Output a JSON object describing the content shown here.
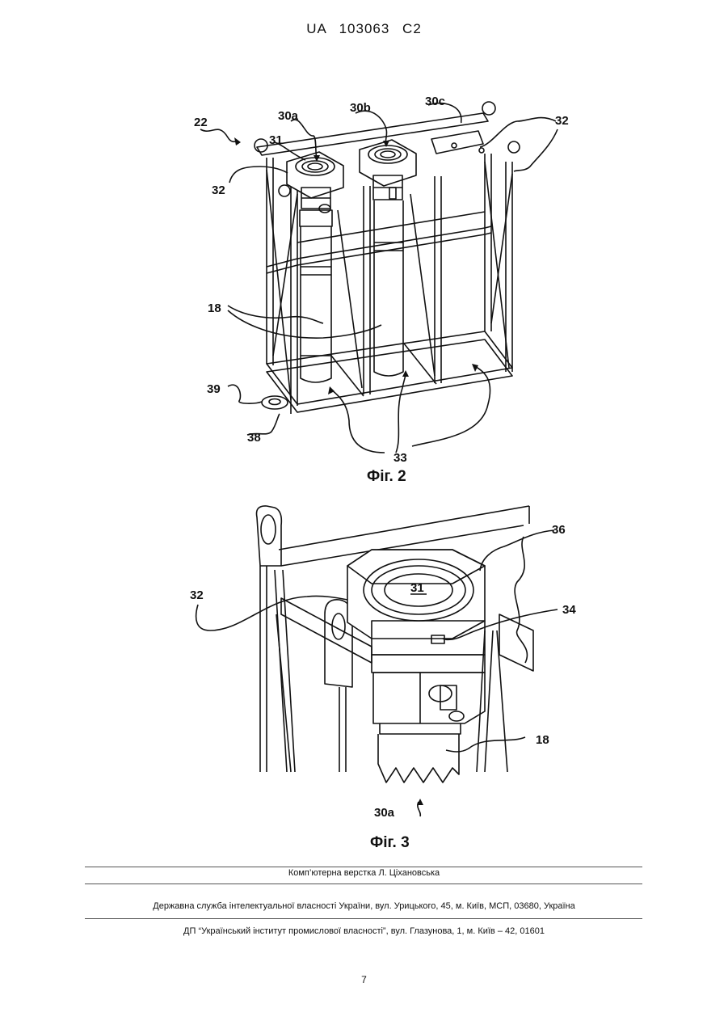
{
  "header": {
    "patent_number": "UA   103063   C2"
  },
  "figure2": {
    "caption": "Фіг. 2",
    "labels": {
      "l22": "22",
      "l30a": "30a",
      "l30b": "30b",
      "l30c": "30c",
      "l31": "31",
      "l32_top": "32",
      "l32_left": "32",
      "l18": "18",
      "l39": "39",
      "l38": "38",
      "l33": "33"
    }
  },
  "figure3": {
    "caption": "Фіг. 3",
    "labels": {
      "l36": "36",
      "l31": "31",
      "l32": "32",
      "l34": "34",
      "l18": "18",
      "l30a": "30a"
    }
  },
  "footer": {
    "layout_credit": "Комп’ютерна верстка Л. Ціхановська",
    "office": "Державна служба інтелектуальної власності України, вул. Урицького, 45, м. Київ, МСП, 03680, Україна",
    "institute": "ДП “Український інститут промислової власності”, вул. Глазунова, 1, м. Київ – 42, 01601"
  },
  "page_number": "7"
}
